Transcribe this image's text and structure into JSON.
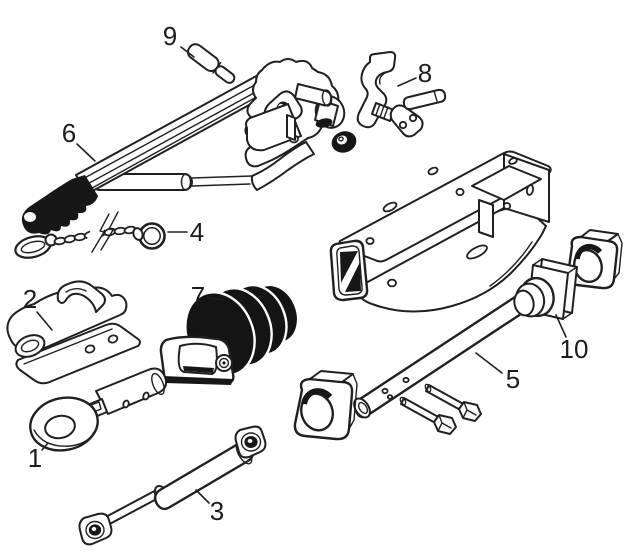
{
  "diagram": {
    "background_color": "#ffffff",
    "line_color": "#231f20",
    "part_labels": [
      {
        "number": "1",
        "part": "towing-eye"
      },
      {
        "number": "2",
        "part": "coupling-head"
      },
      {
        "number": "3",
        "part": "shock-absorber"
      },
      {
        "number": "4",
        "part": "breakaway-cable"
      },
      {
        "number": "5",
        "part": "draw-tube"
      },
      {
        "number": "6",
        "part": "handbrake-lever"
      },
      {
        "number": "7",
        "part": "rubber-bellows"
      },
      {
        "number": "8",
        "part": "release-lever"
      },
      {
        "number": "9",
        "part": "pin"
      },
      {
        "number": "10",
        "part": "guide-collar"
      }
    ]
  }
}
